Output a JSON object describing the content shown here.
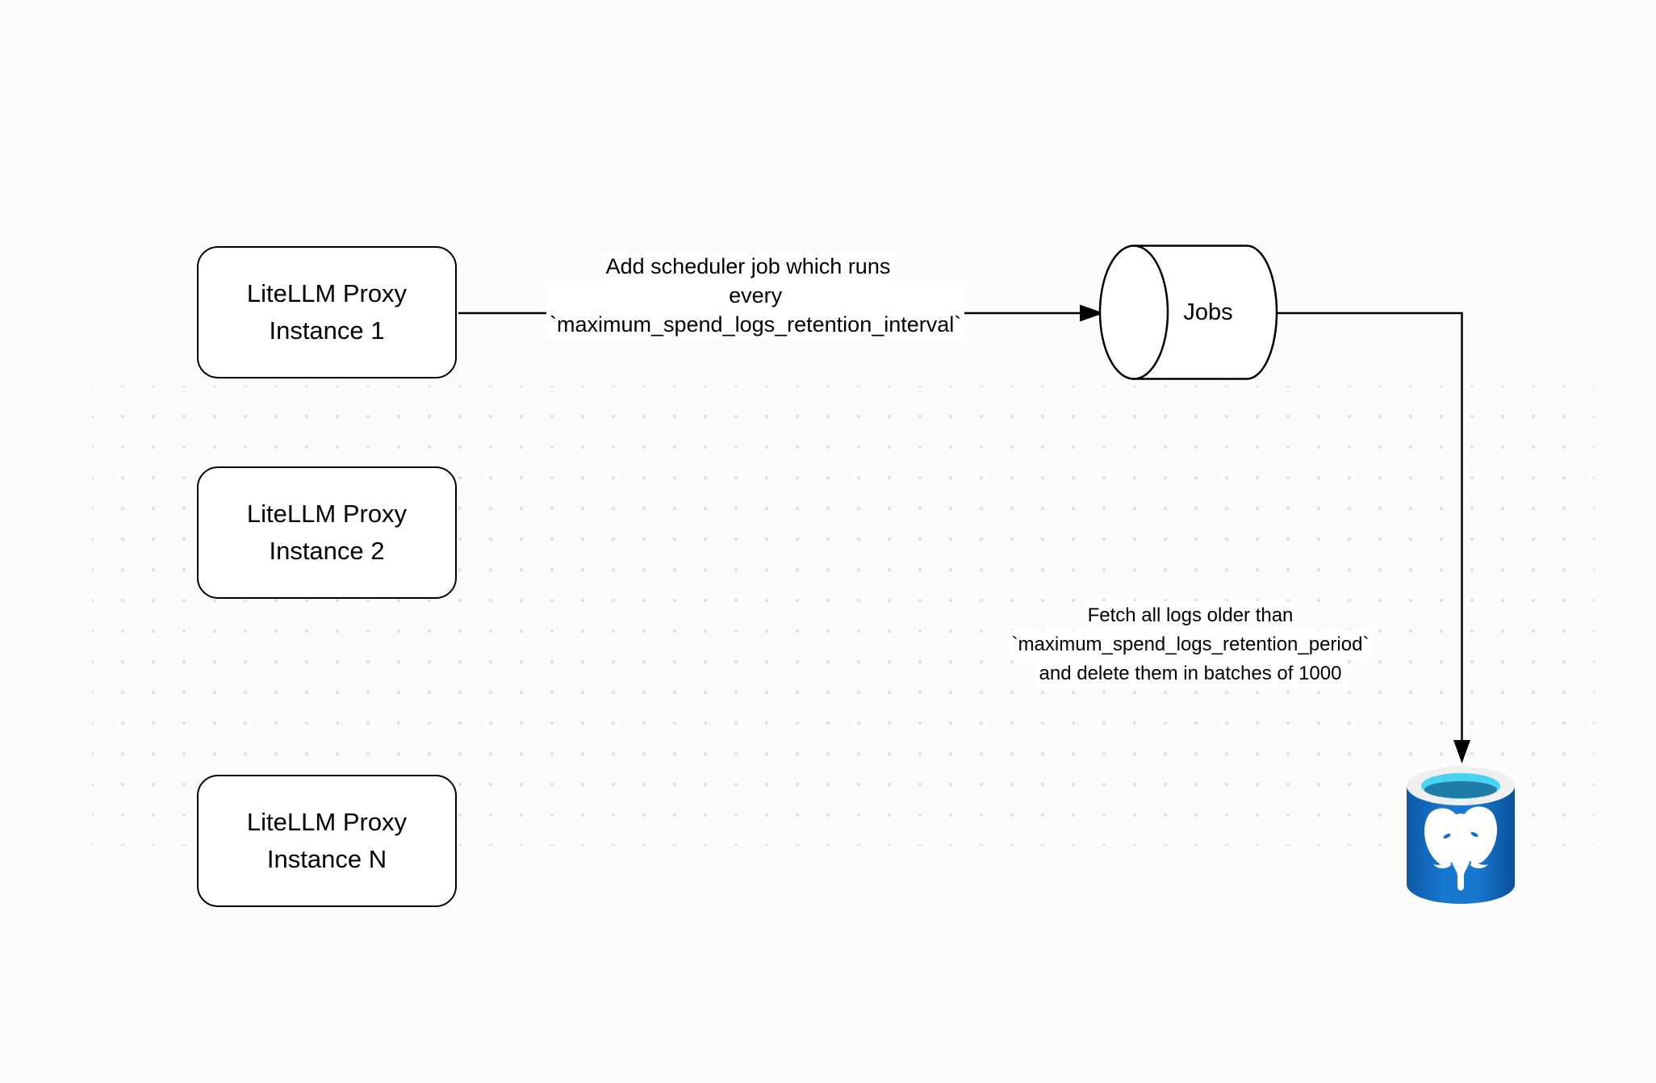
{
  "diagram": {
    "background_color": "#fcfcfc",
    "dot_color": "#e2e2e2",
    "stroke_color": "#000000",
    "nodes": {
      "proxy_instance_1": {
        "label": "LiteLLM Proxy\nInstance 1"
      },
      "proxy_instance_2": {
        "label": "LiteLLM Proxy\nInstance 2"
      },
      "proxy_instance_n": {
        "label": "LiteLLM Proxy\nInstance N"
      },
      "jobs_queue": {
        "label": "Jobs",
        "shape": "horizontal-cylinder"
      },
      "postgres_db": {
        "icon": "postgresql-database-icon",
        "colors": {
          "body_blue": "#1470c6",
          "body_blue_dark": "#0c59a4",
          "rim_white": "#efefef",
          "water_cyan": "#4ad2f2",
          "water_deep": "#1e7ca6",
          "elephant_white": "#ffffff"
        }
      }
    },
    "edges": {
      "scheduler": {
        "from": "proxy_instance_1",
        "to": "jobs_queue",
        "label_lines": [
          "Add scheduler job which runs",
          "every `maximum_spend_logs_retention_interval`"
        ]
      },
      "cleanup": {
        "from": "jobs_queue",
        "to": "postgres_db",
        "label_lines": [
          "Fetch all logs older than",
          "`maximum_spend_logs_retention_period`",
          "and delete them in batches of 1000"
        ]
      }
    }
  }
}
